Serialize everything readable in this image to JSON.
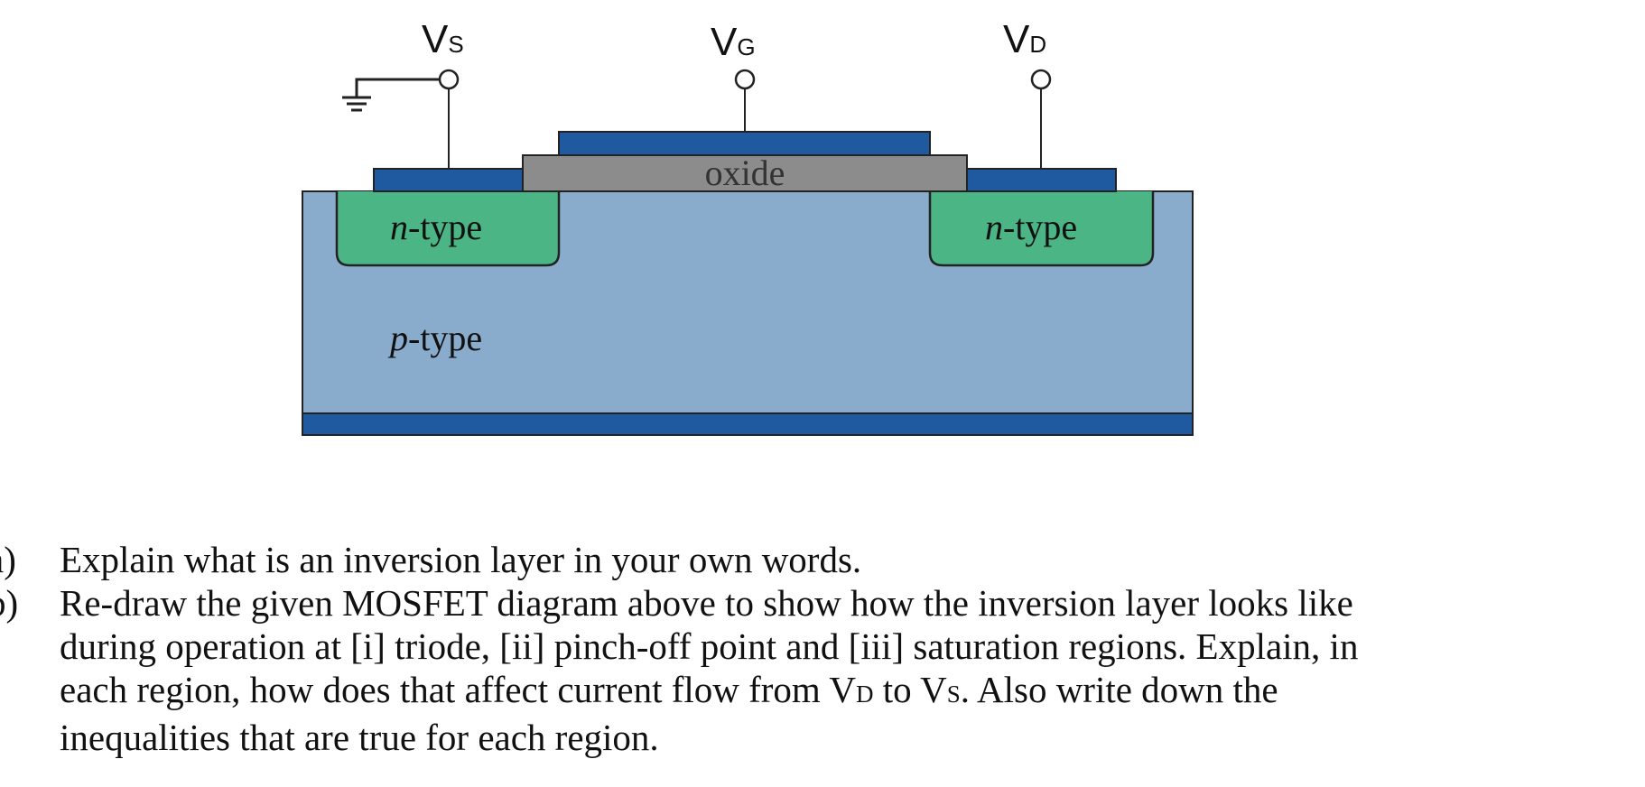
{
  "diagram": {
    "terminals": {
      "source": {
        "label": "V",
        "sub": "S"
      },
      "gate": {
        "label": "V",
        "sub": "G"
      },
      "drain": {
        "label": "V",
        "sub": "D"
      }
    },
    "labels": {
      "oxide": "oxide",
      "n_type_letter": "n",
      "type_suffix": "-type",
      "p_type_letter": "p"
    },
    "colors": {
      "metal": "#1f5aa0",
      "oxide": "#8c8c8c",
      "n_region": "#4cb585",
      "p_substrate": "#89accd",
      "wire": "#222222"
    }
  },
  "questions": [
    {
      "mark": "a)",
      "text": "Explain what is an inversion layer in your own words."
    },
    {
      "mark": "b)",
      "parts": {
        "p1": "Re-draw the given MOSFET diagram above to show how the inversion layer looks like",
        "p2": "during operation at [i] triode, [ii] pinch-off point and [iii] saturation regions. Explain, in",
        "p3": "each region, how does that affect current flow from V",
        "sub_d": "D",
        "p4": " to V",
        "sub_s": "S",
        "p5": ". Also write down the",
        "p6": "inequalities that are true for each region."
      }
    }
  ]
}
